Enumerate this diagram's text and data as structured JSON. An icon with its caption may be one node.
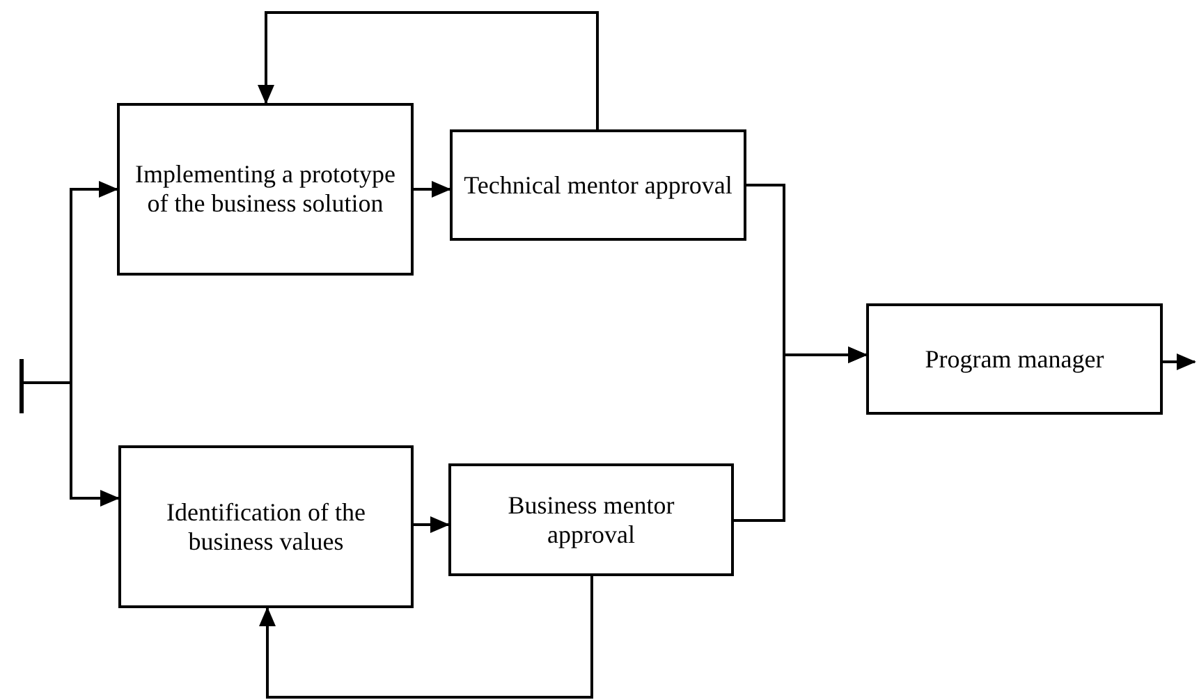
{
  "diagram": {
    "nodes": [
      {
        "text": [
          "Implementing a prototype of the business solution"
        ]
      },
      {
        "text": [
          "Technical mentor approval"
        ]
      },
      {
        "text": [
          "Identification of the business values"
        ]
      },
      {
        "text": [
          "Business mentor approval"
        ]
      },
      {
        "text": [
          "Program manager"
        ]
      },
      {
        "text": [],
        "shape": "bar"
      }
    ],
    "edges": [
      {
        "from": 5,
        "to": 0,
        "arrow": "to"
      },
      {
        "from": 5,
        "to": 2,
        "arrow": "to"
      },
      {
        "from": 0,
        "to": 1,
        "arrow": "to"
      },
      {
        "from": 1,
        "to": 0,
        "arrow": "to"
      },
      {
        "from": 2,
        "to": 3,
        "arrow": "to"
      },
      {
        "from": 3,
        "to": 2,
        "arrow": "to"
      },
      {
        "from": 1,
        "to": 4,
        "arrow": "to"
      },
      {
        "from": 3,
        "to": 4,
        "arrow": "to"
      },
      {
        "from": 4,
        "to": null,
        "arrow": "to"
      }
    ]
  }
}
